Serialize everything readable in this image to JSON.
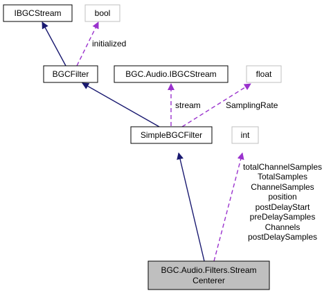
{
  "colors": {
    "inherit_edge": "#191970",
    "usage_edge": "#9a32cd",
    "node_border": "#000000",
    "external_border": "#bfbfbf",
    "focus_fill": "#bfbfbf"
  },
  "nodes": {
    "ibgcstream": "IBGCStream",
    "bool": "bool",
    "bgcfilter": "BGCFilter",
    "bgc_audio_ibgcstream": "BGC.Audio.IBGCStream",
    "float": "float",
    "simplebgcfilter": "SimpleBGCFilter",
    "int": "int",
    "streamcenterer_line1": "BGC.Audio.Filters.Stream",
    "streamcenterer_line2": "Centerer"
  },
  "edge_labels": {
    "initialized": "initialized",
    "stream": "stream",
    "sampling_rate": "SamplingRate",
    "int_members": [
      "totalChannelSamples",
      "TotalSamples",
      "ChannelSamples",
      "position",
      "postDelayStart",
      "preDelaySamples",
      "Channels",
      "postDelaySamples"
    ]
  }
}
